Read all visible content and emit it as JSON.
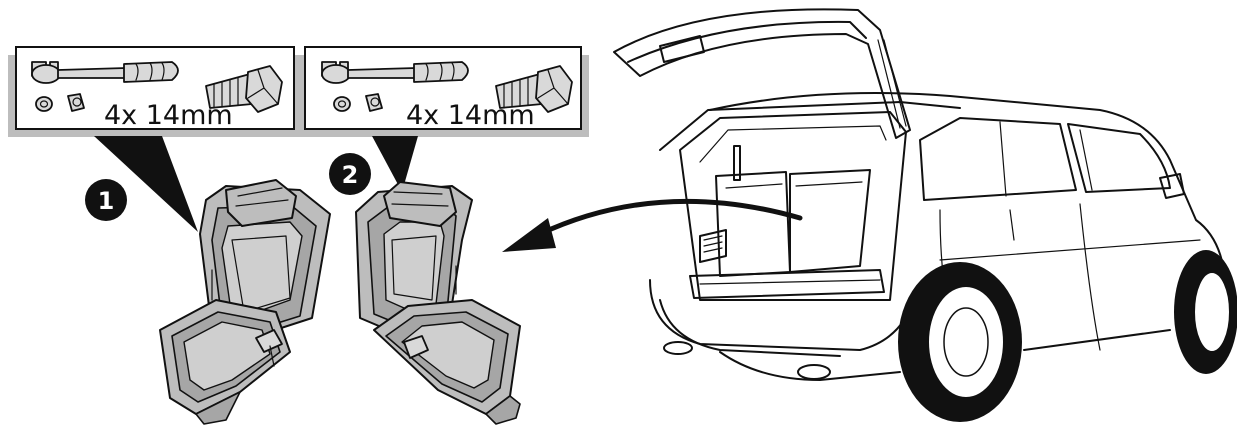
{
  "steps": [
    {
      "number": "1",
      "label": "4x 14mm"
    },
    {
      "number": "2",
      "label": "4x 14mm"
    }
  ],
  "icons": {
    "tools": [
      "ratchet-wrench-icon",
      "socket-icon",
      "bolt-icon"
    ],
    "arrow": "curved-arrow-icon"
  },
  "colors": {
    "ink": "#111111",
    "seat_fill": "#bdbdbd",
    "box_shadow": "#bdbdbd"
  }
}
